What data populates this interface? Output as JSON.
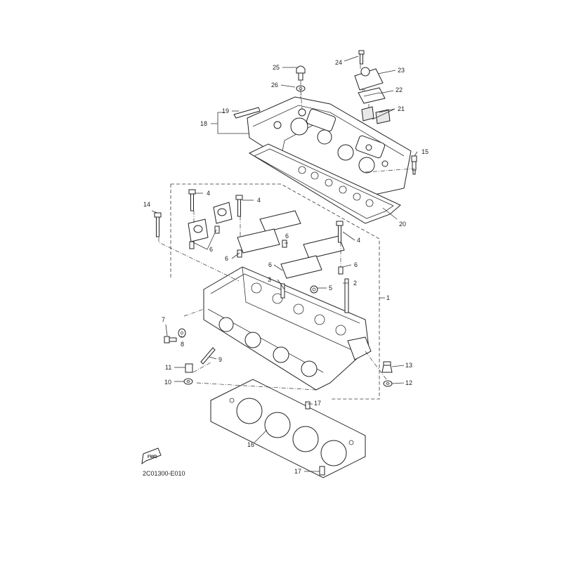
{
  "diagram": {
    "reference_code": "2C01300-E010",
    "fwd_label": "FWD",
    "callouts": [
      {
        "id": "c1",
        "text": "1"
      },
      {
        "id": "c2",
        "text": "2"
      },
      {
        "id": "c3",
        "text": "3"
      },
      {
        "id": "c4a",
        "text": "4"
      },
      {
        "id": "c4b",
        "text": "4"
      },
      {
        "id": "c4c",
        "text": "4"
      },
      {
        "id": "c5",
        "text": "5"
      },
      {
        "id": "c6a",
        "text": "6"
      },
      {
        "id": "c6b",
        "text": "6"
      },
      {
        "id": "c6c",
        "text": "6"
      },
      {
        "id": "c6d",
        "text": "6"
      },
      {
        "id": "c6e",
        "text": "6"
      },
      {
        "id": "c7",
        "text": "7"
      },
      {
        "id": "c8",
        "text": "8"
      },
      {
        "id": "c9",
        "text": "9"
      },
      {
        "id": "c10",
        "text": "10"
      },
      {
        "id": "c11",
        "text": "11"
      },
      {
        "id": "c12",
        "text": "12"
      },
      {
        "id": "c13",
        "text": "13"
      },
      {
        "id": "c14",
        "text": "14"
      },
      {
        "id": "c15",
        "text": "15"
      },
      {
        "id": "c16",
        "text": "16"
      },
      {
        "id": "c17a",
        "text": "17"
      },
      {
        "id": "c17b",
        "text": "17"
      },
      {
        "id": "c18",
        "text": "18"
      },
      {
        "id": "c19",
        "text": "19"
      },
      {
        "id": "c20",
        "text": "20"
      },
      {
        "id": "c21",
        "text": "21"
      },
      {
        "id": "c22",
        "text": "22"
      },
      {
        "id": "c23",
        "text": "23"
      },
      {
        "id": "c24",
        "text": "24"
      },
      {
        "id": "c25",
        "text": "25"
      },
      {
        "id": "c26",
        "text": "26"
      }
    ]
  }
}
